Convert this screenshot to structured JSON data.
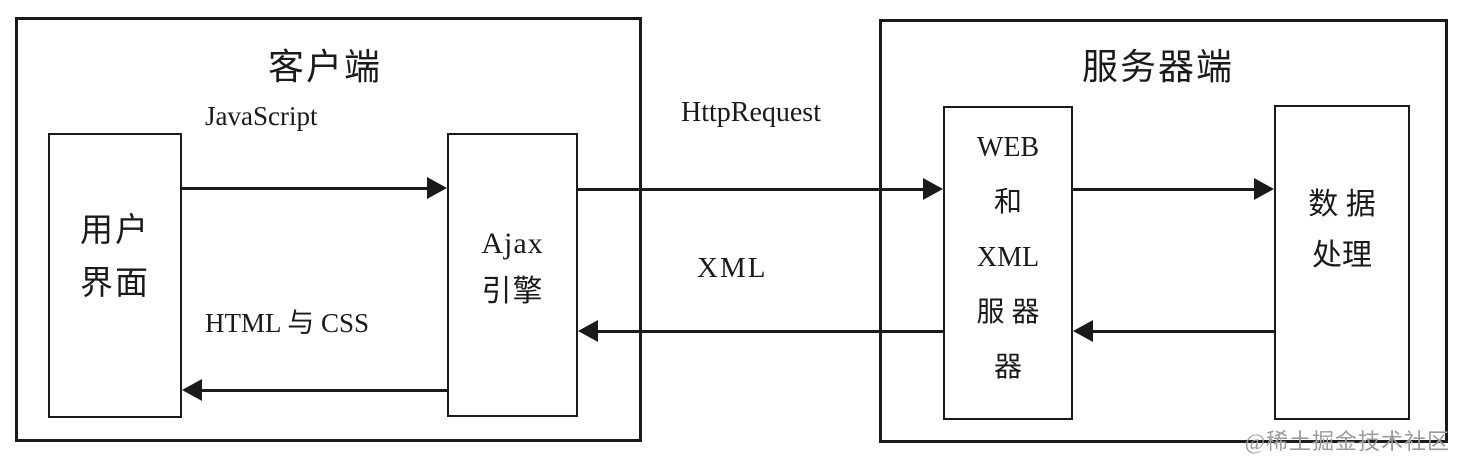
{
  "diagram": {
    "type": "architecture-flow",
    "colors": {
      "line": "#1a1a1a",
      "background": "#ffffff",
      "watermark": "#9a9a9a"
    },
    "client": {
      "title": "客户端",
      "boxes": {
        "user_interface": {
          "lines": [
            "用户",
            "界面"
          ]
        },
        "ajax_engine": {
          "lines": [
            "Ajax",
            "引擎"
          ]
        }
      },
      "labels": {
        "forward": "JavaScript",
        "back": "HTML 与 CSS"
      }
    },
    "server": {
      "title": "服务器端",
      "boxes": {
        "web_xml_server": {
          "lines": [
            "WEB",
            "和",
            "XML",
            "服 器",
            "器"
          ]
        },
        "data_processing": {
          "lines": [
            "数 据",
            "处理"
          ]
        }
      }
    },
    "channel": {
      "request": "HttpRequest",
      "response": "XML"
    },
    "watermark": "@稀土掘金技术社区"
  }
}
